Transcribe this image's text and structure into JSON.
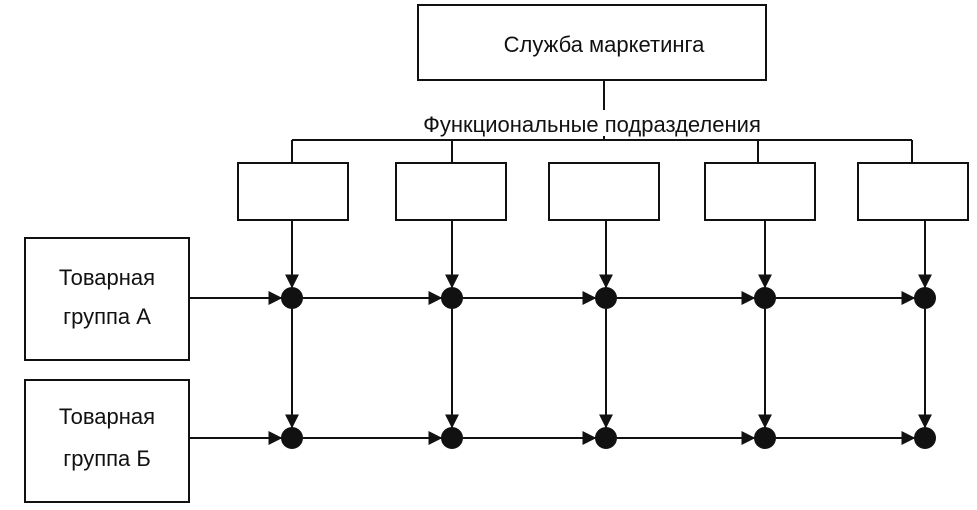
{
  "top_box": {
    "label": "Служба маркетинга"
  },
  "functional_label": "Функциональные подразделения",
  "functional_units": [
    {
      "label": ""
    },
    {
      "label": ""
    },
    {
      "label": ""
    },
    {
      "label": ""
    },
    {
      "label": ""
    }
  ],
  "product_groups": [
    {
      "line1": "Товарная",
      "line2": "группа А"
    },
    {
      "line1": "Товарная",
      "line2": "группа Б"
    }
  ]
}
